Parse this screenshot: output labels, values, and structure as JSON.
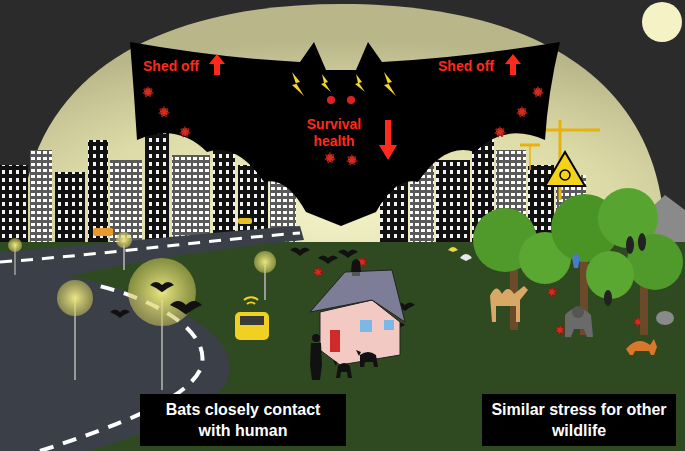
{
  "diagram": {
    "nodes": [
      {
        "text": [
          "Bats closely contact with human"
        ]
      },
      {
        "text": [
          "Similar stress for other wildlife"
        ]
      }
    ],
    "edges": [],
    "labels": [
      "Shed off",
      "Shed off",
      "Survival health"
    ]
  }
}
